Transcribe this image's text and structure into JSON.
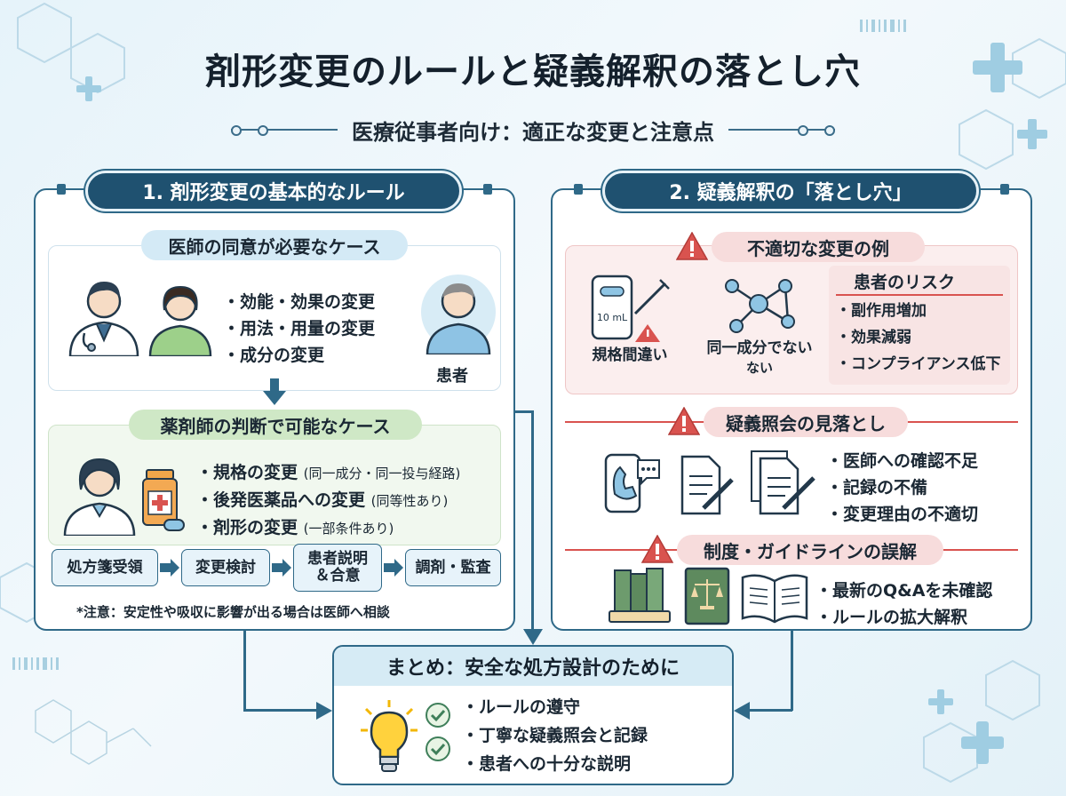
{
  "title": "剤形変更のルールと疑義解釈の落とし穴",
  "subtitle": "医療従事者向け：適正な変更と注意点",
  "left_panel": {
    "header": "1. 剤形変更の基本的なルール",
    "consent": {
      "label": "医師の同意が必要なケース",
      "items": [
        "・効能・効果の変更",
        "・用法・用量の変更",
        "・成分の変更"
      ],
      "patient_label": "患者"
    },
    "pharmacist": {
      "label": "薬剤師の判断で可能なケース",
      "items": [
        {
          "main": "・規格の変更",
          "sub": "(同一成分・同一投与経路)"
        },
        {
          "main": "・後発医薬品への変更",
          "sub": "(同等性あり)"
        },
        {
          "main": "・剤形の変更",
          "sub": "(一部条件あり)"
        }
      ]
    },
    "flow": [
      "処方箋受領",
      "変更検討",
      "患者説明\n＆合意",
      "調剤・監査"
    ],
    "note": "*注意：安定性や吸収に影響が出る場合は医師へ相談"
  },
  "right_panel": {
    "header": "2. 疑義解釈の「落とし穴」",
    "wrong_changes": {
      "label": "不適切な変更の例",
      "vial_text": "10 mL",
      "icon1_caption": "規格間違い",
      "icon2_caption": "同一成分でない\nない",
      "risk_title": "患者のリスク",
      "risk_items": [
        "・副作用増加",
        "・効果減弱",
        "・コンプライアンス低下"
      ]
    },
    "inquiry": {
      "label": "疑義照会の見落とし",
      "items": [
        "・医師への確認不足",
        "・記録の不備",
        "・変更理由の不適切"
      ]
    },
    "guideline": {
      "label": "制度・ガイドラインの誤解",
      "items": [
        "・最新のQ&Aを未確認",
        "・ルールの拡大解釈"
      ]
    }
  },
  "summary": {
    "title": "まとめ：安全な処方設計のために",
    "items": [
      "・ルールの遵守",
      "・丁寧な疑義照会と記録",
      "・患者への十分な説明"
    ]
  },
  "colors": {
    "navy": "#1f5170",
    "border": "#2f6988",
    "warning_red": "#d9534f",
    "pharm_green": "#cfe8c6",
    "consent_blue": "#d4eaf6"
  }
}
